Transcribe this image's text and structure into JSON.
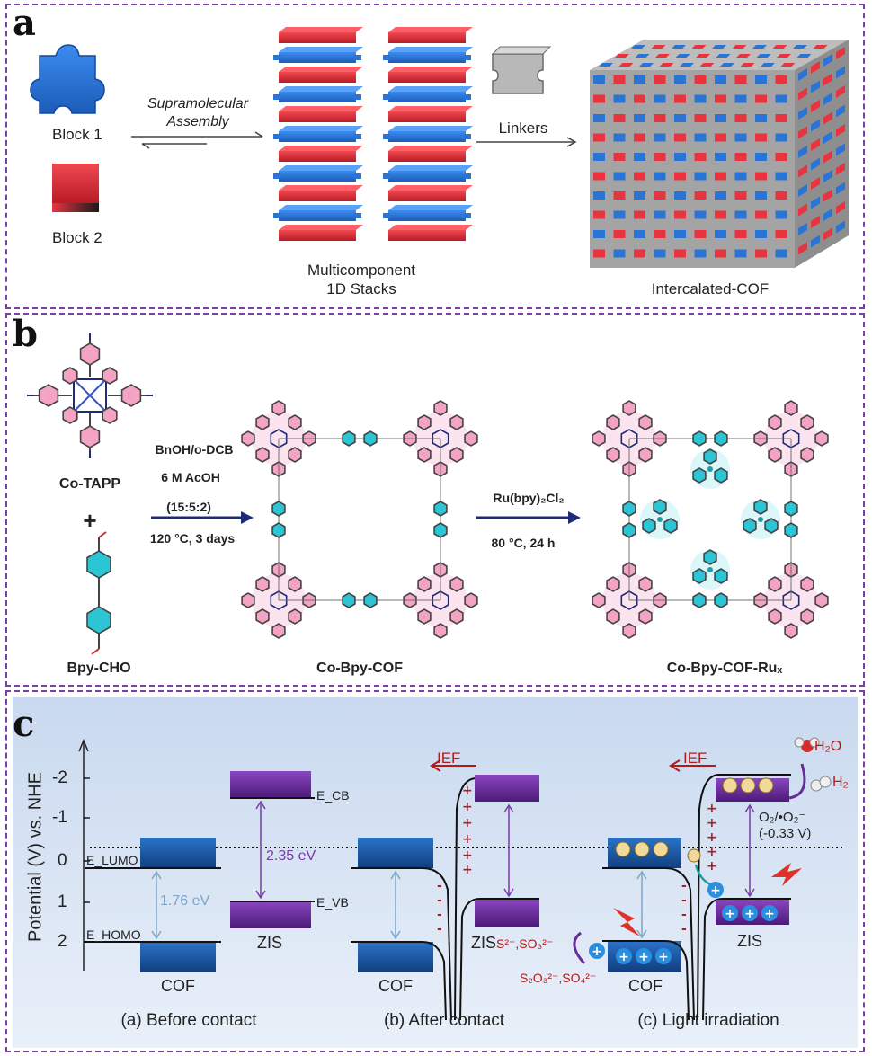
{
  "panel_a": {
    "label": "a",
    "block1": "Block 1",
    "block2": "Block 2",
    "assembly_line1": "Supramolecular",
    "assembly_line2": "Assembly",
    "stacks_line1": "Multicomponent",
    "stacks_line2": "1D Stacks",
    "linkers": "Linkers",
    "cof": "Intercalated-COF",
    "colors": {
      "blue": "#2a74d6",
      "red": "#e8343e",
      "gray": "#a8a8a8"
    }
  },
  "panel_b": {
    "label": "b",
    "monomer1": "Co-TAPP",
    "plus": "+",
    "monomer2": "Bpy-CHO",
    "cond1_l1": "BnOH/o-DCB",
    "cond1_l2": "6 M AcOH",
    "cond1_l3": "(15:5:2)",
    "cond1_l4": "120 °C, 3 days",
    "product1": "Co-Bpy-COF",
    "cond2_l1": "Ru(bpy)₂Cl₂",
    "cond2_l2": "80 °C, 24 h",
    "product2": "Co-Bpy-COF-Ruₓ",
    "colors": {
      "pink": "#e07aa6",
      "cyan": "#2cc5d6",
      "navy": "#1e2a78"
    }
  },
  "panel_c": {
    "label": "c",
    "y_axis_label": "Potential (V) vs. NHE",
    "y_ticks": [
      "-2",
      "-1",
      "0",
      "1",
      "2"
    ],
    "sub_a": "(a) Before contact",
    "sub_b": "(b) After contact",
    "sub_c": "(c) Light irradiation",
    "cof": "COF",
    "zis": "ZIS",
    "e_lumo": "E_LUMO",
    "e_homo": "E_HOMO",
    "e_cb": "E_CB",
    "e_vb": "E_VB",
    "gap_cof": "1.76 eV",
    "gap_zis": "2.35 eV",
    "ief": "IEF",
    "o2_couple": "O₂/•O₂⁻",
    "o2_potential": "(-0.33 V)",
    "h2o": "H₂O",
    "h2": "H₂",
    "sacrificial_1": "S²⁻,SO₃²⁻",
    "sacrificial_2": "S₂O₃²⁻,SO₄²⁻",
    "colors": {
      "cof_band": "#1e5fb0",
      "zis_band": "#6a2b9a",
      "ief": "#b31b1b",
      "gap_cof_text": "#7aa6c8",
      "gap_zis_text": "#7a3aa8"
    }
  }
}
